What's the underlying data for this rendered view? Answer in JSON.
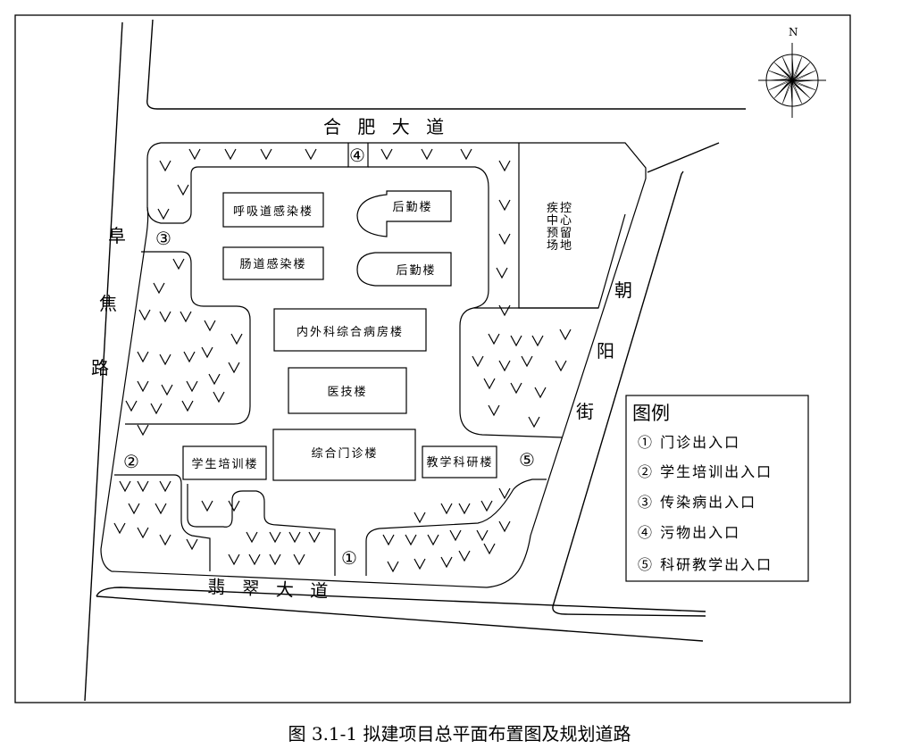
{
  "caption": "图 3.1-1  拟建项目总平面布置图及规划道路",
  "compass": {
    "north_label": "N"
  },
  "roads": {
    "north": "合 肥 大 道",
    "south": "翡 翠 大 道",
    "west": [
      "阜",
      "焦",
      "路"
    ],
    "east": [
      "朝",
      "阳",
      "街"
    ]
  },
  "buildings": {
    "respiratory": "呼吸道感染楼",
    "logistics_1": "后勤楼",
    "intestinal": "肠道感染楼",
    "logistics_2": "后勤楼",
    "inpatient": "内外科综合病房楼",
    "medtech": "医技楼",
    "outpatient": "综合门诊楼",
    "training": "学生培训楼",
    "research": "教学科研楼",
    "cdc_reserve": [
      "疾",
      "控",
      "中",
      "心",
      "预",
      "留",
      "场",
      "地"
    ]
  },
  "entrances": {
    "e1": "①",
    "e2": "②",
    "e3": "③",
    "e4": "④",
    "e5": "⑤"
  },
  "legend": {
    "title": "图例",
    "items": [
      "① 门诊出入口",
      "② 学生培训出入口",
      "③ 传染病出入口",
      "④ 污物出入口",
      "⑤ 科研教学出入口"
    ]
  }
}
